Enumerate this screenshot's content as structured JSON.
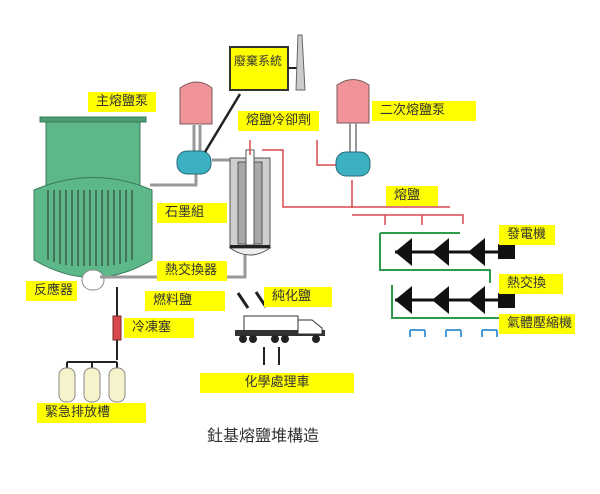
{
  "title": "釷基熔鹽堆構造",
  "labels": {
    "main_pump": "主熔鹽泵",
    "waste_system": "廢棄系統",
    "coolant": "熔鹽冷卻劑",
    "secondary_pump": "二次熔鹽泵",
    "graphite": "石墨組",
    "molten_salt": "熔鹽",
    "generator": "發電機",
    "heat_exchanger": "熱交換器",
    "heat_exchange": "熱交換",
    "reactor": "反應器",
    "fuel_salt": "燃料鹽",
    "purified_salt": "純化鹽",
    "gas_compressor": "氣體壓縮機",
    "freeze_plug": "冷凍塞",
    "chem_truck": "化學處理車",
    "drain_tanks": "緊急排放槽"
  },
  "colors": {
    "label_bg": "#ffff00",
    "reactor": "#5cb888",
    "pump_tank": "#f0949a",
    "pump_body": "#3ab0c0",
    "red_loop": "#d9484e",
    "green_loop": "#2e9a4a",
    "blue_loop": "#4a9ad8"
  }
}
